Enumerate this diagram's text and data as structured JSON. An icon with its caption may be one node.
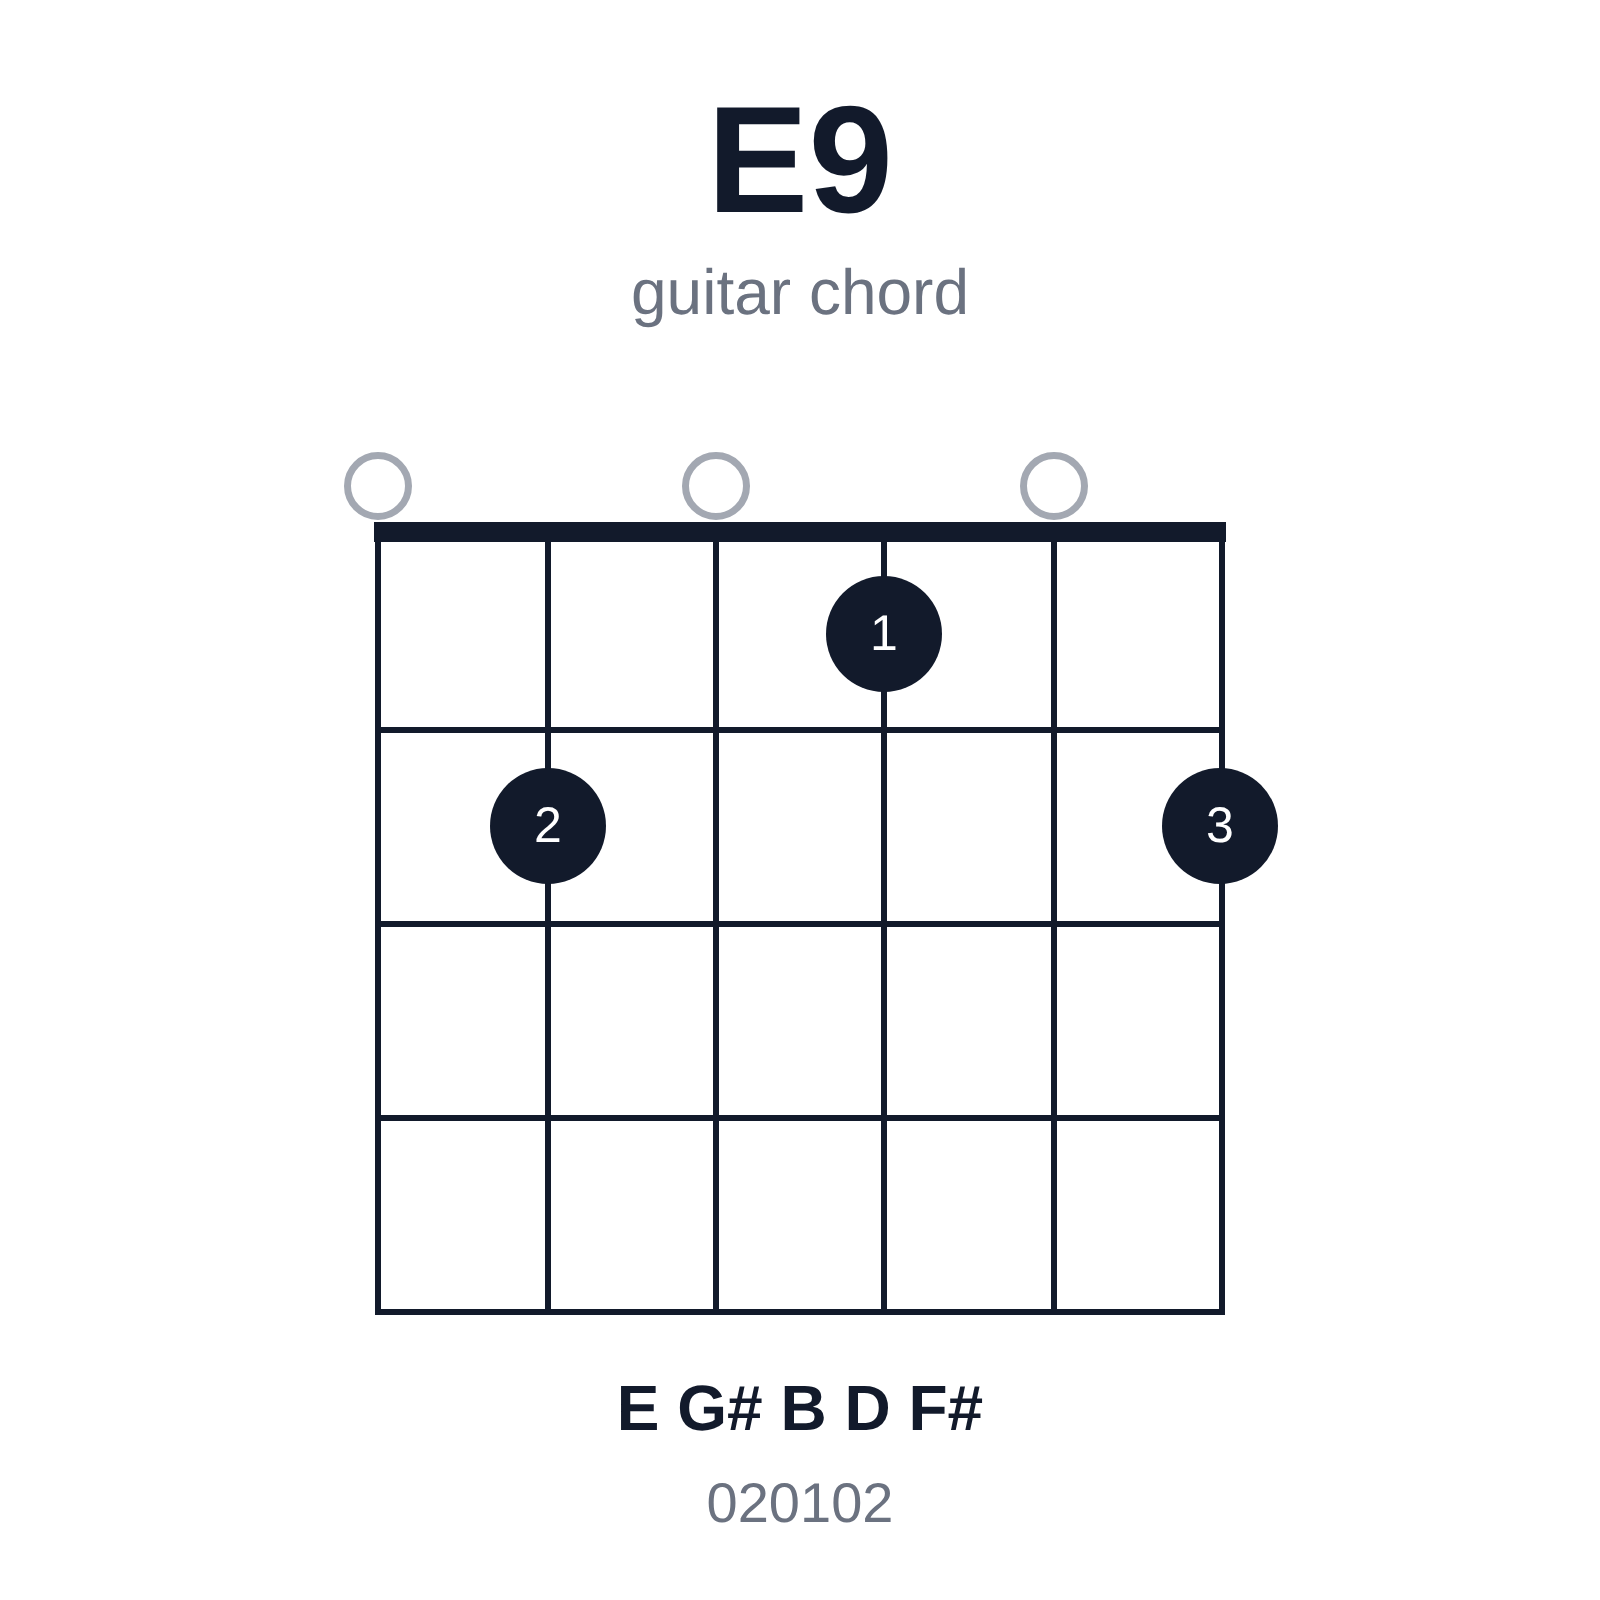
{
  "diagram": {
    "title": "E9",
    "nodes": [
      {
        "text": [],
        "shape": "circle"
      },
      {
        "text": [],
        "shape": "circle"
      },
      {
        "text": [],
        "shape": "circle"
      },
      {
        "text": [
          "1"
        ]
      },
      {
        "text": [
          "2"
        ]
      },
      {
        "text": [
          "3"
        ]
      }
    ],
    "edges": [],
    "labels": [
      "guitar chord",
      "E G# B D F#",
      "020102"
    ]
  }
}
